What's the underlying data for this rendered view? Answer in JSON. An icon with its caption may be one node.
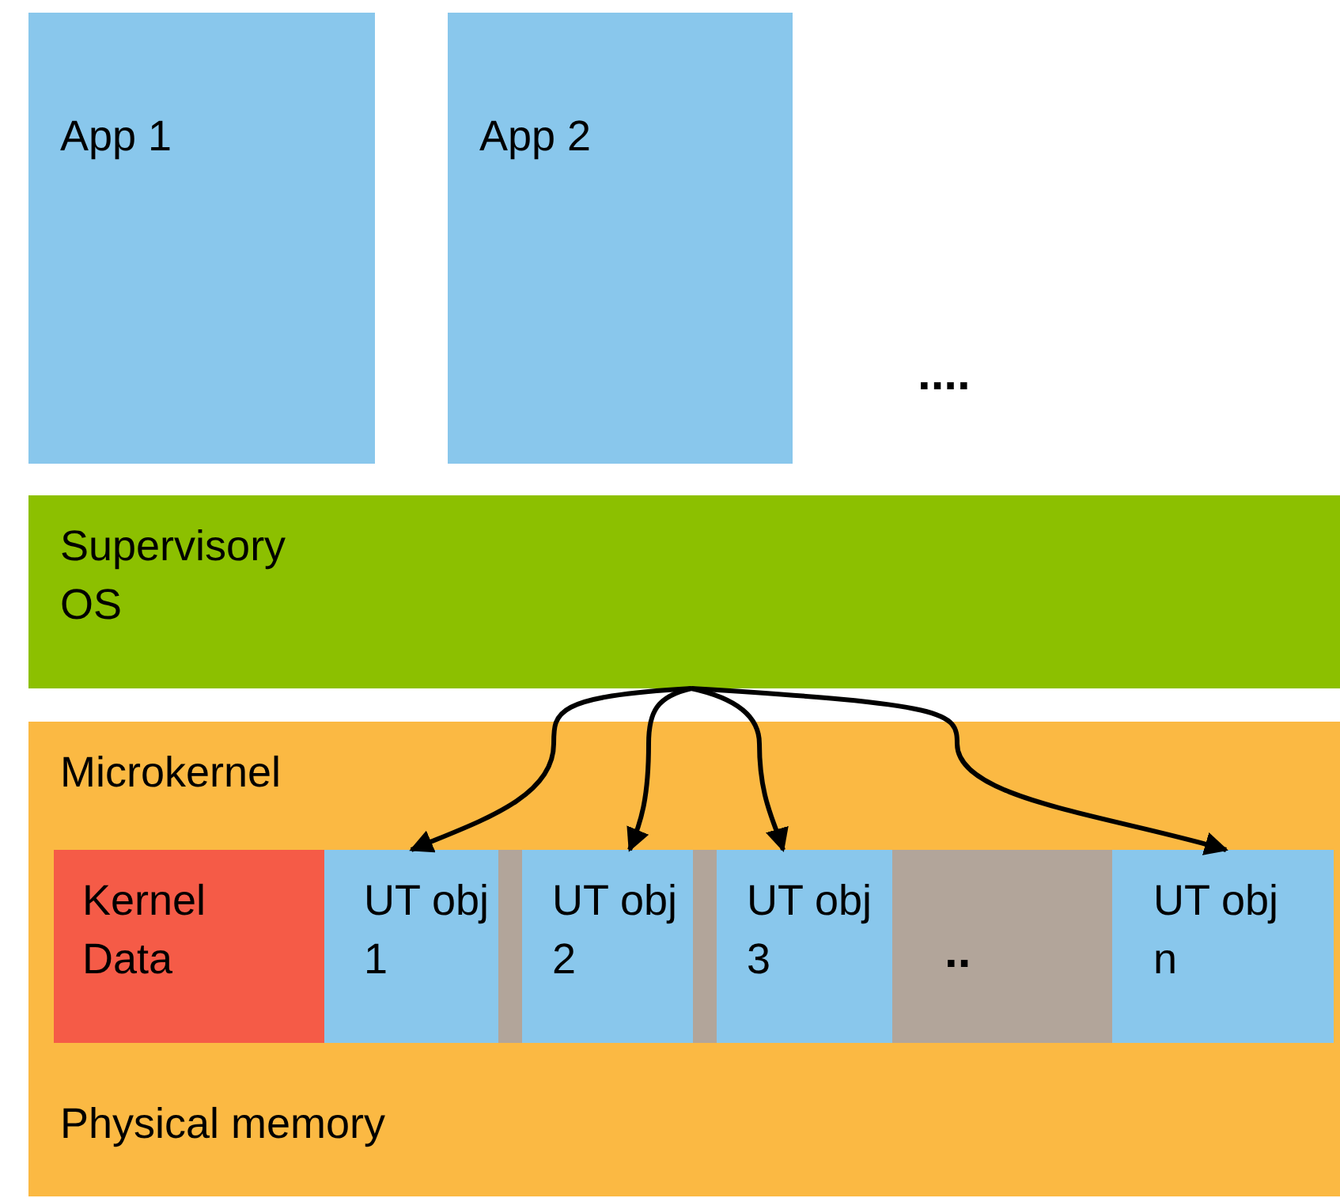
{
  "diagram": {
    "nodes": [
      {
        "text": [
          "App 1"
        ]
      },
      {
        "text": [
          "App 2"
        ]
      },
      {
        "text": [
          "Supervisory OS"
        ]
      },
      {
        "text": [
          "Microkernel",
          "Physical memory"
        ]
      },
      {
        "text": [
          "Kernel Data"
        ],
        "in": 3
      },
      {
        "text": [
          "UT obj 1"
        ],
        "in": 3
      },
      {
        "text": [],
        "shape": "bar",
        "in": 3
      },
      {
        "text": [
          "UT obj 2"
        ],
        "in": 3
      },
      {
        "text": [],
        "shape": "bar",
        "in": 3
      },
      {
        "text": [
          "UT obj 3"
        ],
        "in": 3
      },
      {
        "text": [
          ".."
        ],
        "in": 3
      },
      {
        "text": [
          "UT obj n"
        ],
        "in": 3
      }
    ],
    "edges": [
      {
        "from": 2,
        "to": 5,
        "arrow": "to"
      },
      {
        "from": 2,
        "to": 7,
        "arrow": "to"
      },
      {
        "from": 2,
        "to": 9,
        "arrow": "to"
      },
      {
        "from": 2,
        "to": 11,
        "arrow": "to"
      }
    ],
    "labels": [
      "...."
    ]
  }
}
